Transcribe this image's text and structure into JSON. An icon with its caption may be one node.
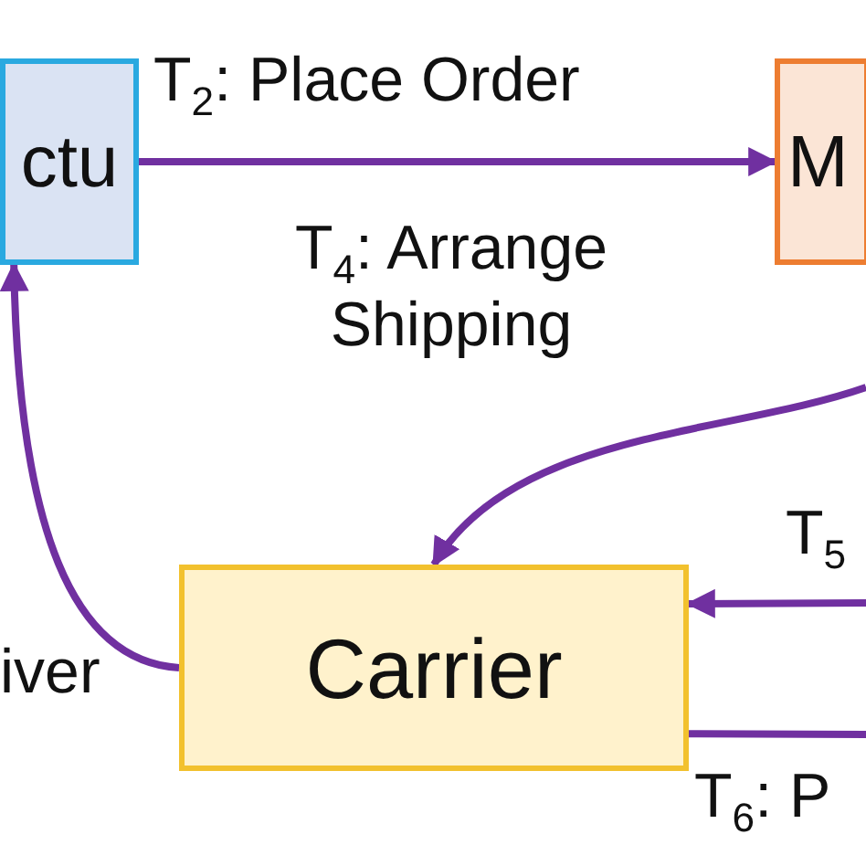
{
  "diagram": {
    "nodes": [
      {
        "text": [
          "ctu"
        ]
      },
      {
        "text": [
          "M"
        ]
      },
      {
        "text": [
          "Carrier"
        ]
      }
    ],
    "edges": [
      {
        "from": 0,
        "to": 1,
        "arrow": "to",
        "label": "T$_{2}$: Place Order"
      },
      {
        "from": null,
        "to": 2,
        "arrow": "to",
        "label": "T$_{4}$: Arrange Shipping"
      },
      {
        "from": null,
        "to": 2,
        "arrow": "to",
        "label": "T$_{5}$"
      },
      {
        "from": 2,
        "to": null,
        "arrow": "none",
        "label": "T$_{6}$: P"
      },
      {
        "from": 2,
        "to": 0,
        "arrow": "to",
        "label": "iver"
      }
    ]
  }
}
